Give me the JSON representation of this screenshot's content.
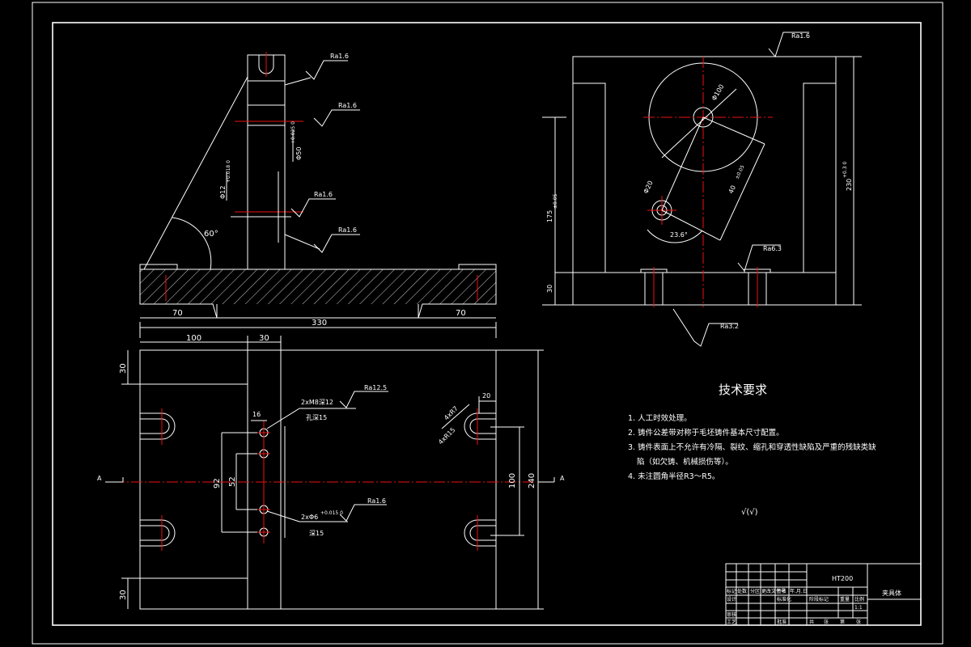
{
  "view_a": {
    "ra_top": "Ra1.6",
    "ra_mid1": "Ra1.6",
    "ra_mid2": "Ra1.6",
    "ra_low": "Ra1.6",
    "angle": "60°",
    "dim_bore": "Φ50",
    "dim_bore_tol": "+0.025 0",
    "dim_left": "Φ12",
    "dim_left_tol": "+0.018 0",
    "dim_70_left": "70",
    "dim_70_right": "70",
    "dim_330": "330"
  },
  "view_b": {
    "ra_top": "Ra1.6",
    "ra_right": "Ra6.3",
    "ra_bottom": "Ra3.2",
    "dim_circle": "Φ100",
    "dim_small": "Φ20",
    "dim_len": "40",
    "dim_len_tol": "±0.05",
    "dim_angle": "23.6°",
    "dim_175": "175",
    "dim_175_tol": "±0.05",
    "dim_230": "230",
    "dim_230_tol": "+0.3 0",
    "dim_30": "30"
  },
  "view_c": {
    "dim_100": "100",
    "dim_30_top": "30",
    "dim_30_left": "30",
    "dim_30_bot": "30",
    "dim_16": "16",
    "dim_92": "92",
    "dim_52": "52",
    "dim_100_right": "100",
    "dim_240": "240",
    "dim_20": "20",
    "hole_note1": "2xM8深12",
    "hole_note2": "孔深15",
    "hole_note3": "2xΦ6",
    "hole_note3_tol": "+0.015 0",
    "hole_note4": "深15",
    "ra_holes": "Ra12.5",
    "ra_pins": "Ra1.6",
    "slot_note1": "4xR7",
    "slot_note2": "4xR15",
    "section_left": "A",
    "section_right": "A"
  },
  "requirements": {
    "title": "技术要求",
    "items": [
      "1. 人工时效处理。",
      "2. 铸件公差带对称于毛坯铸件基本尺寸配置。",
      "3. 铸件表面上不允许有冷隔、裂纹、缩孔和穿透性缺陷及严重的残缺类缺",
      "陷（如欠铸、机械损伤等）。",
      "4. 未注圆角半径R3～R5。"
    ],
    "roughness_symbol": "√(√)"
  },
  "title_block": {
    "material": "HT200",
    "part_name": "夹具体",
    "scale": "1:1",
    "row_marks": [
      "标记",
      "处数",
      "分区",
      "更改文件号",
      "签名",
      "年.月.日"
    ],
    "row_design": [
      "设计",
      "标准化"
    ],
    "row_review": [
      "审核"
    ],
    "row_craft": [
      "工艺",
      "批准"
    ],
    "stage_labels": [
      "阶段标记",
      "重量",
      "比例"
    ],
    "sheet_labels": [
      "共",
      "张",
      "第",
      "张"
    ]
  }
}
